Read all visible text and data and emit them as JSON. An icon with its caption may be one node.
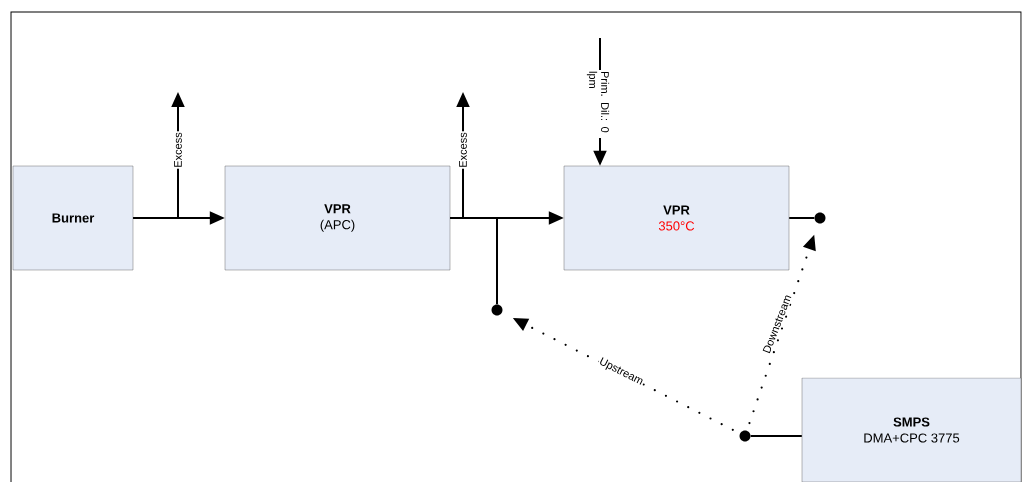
{
  "diagram": {
    "nodes": [
      {
        "text": [
          "Burner"
        ]
      },
      {
        "text": [
          "VPR",
          "(APC)"
        ]
      },
      {
        "text": [
          "VPR",
          "350°C"
        ]
      },
      {
        "text": [
          "SMPS",
          "DMA+CPC 3775"
        ]
      },
      {
        "text": [],
        "shape": "circle"
      },
      {
        "text": [],
        "shape": "circle"
      },
      {
        "text": [],
        "shape": "circle"
      }
    ],
    "edges": [
      {
        "from": 0,
        "to": 1,
        "arrow": "to"
      },
      {
        "from": 0,
        "to": null,
        "arrow": "to",
        "label": "Excess"
      },
      {
        "from": 1,
        "to": 2,
        "arrow": "to"
      },
      {
        "from": 1,
        "to": null,
        "arrow": "to",
        "label": "Excess"
      },
      {
        "from": 1,
        "to": 4,
        "arrow": "none"
      },
      {
        "from": null,
        "to": 2,
        "arrow": "to",
        "label": "Prim. Dil.: 0 lpm"
      },
      {
        "from": 2,
        "to": 5,
        "arrow": "none"
      },
      {
        "from": 6,
        "to": 4,
        "arrow": "to",
        "label": "Upstream",
        "style": "dashed"
      },
      {
        "from": 6,
        "to": 5,
        "arrow": "to",
        "label": "Downstream",
        "style": "dashed"
      },
      {
        "from": 6,
        "to": 3,
        "arrow": "none"
      }
    ]
  }
}
